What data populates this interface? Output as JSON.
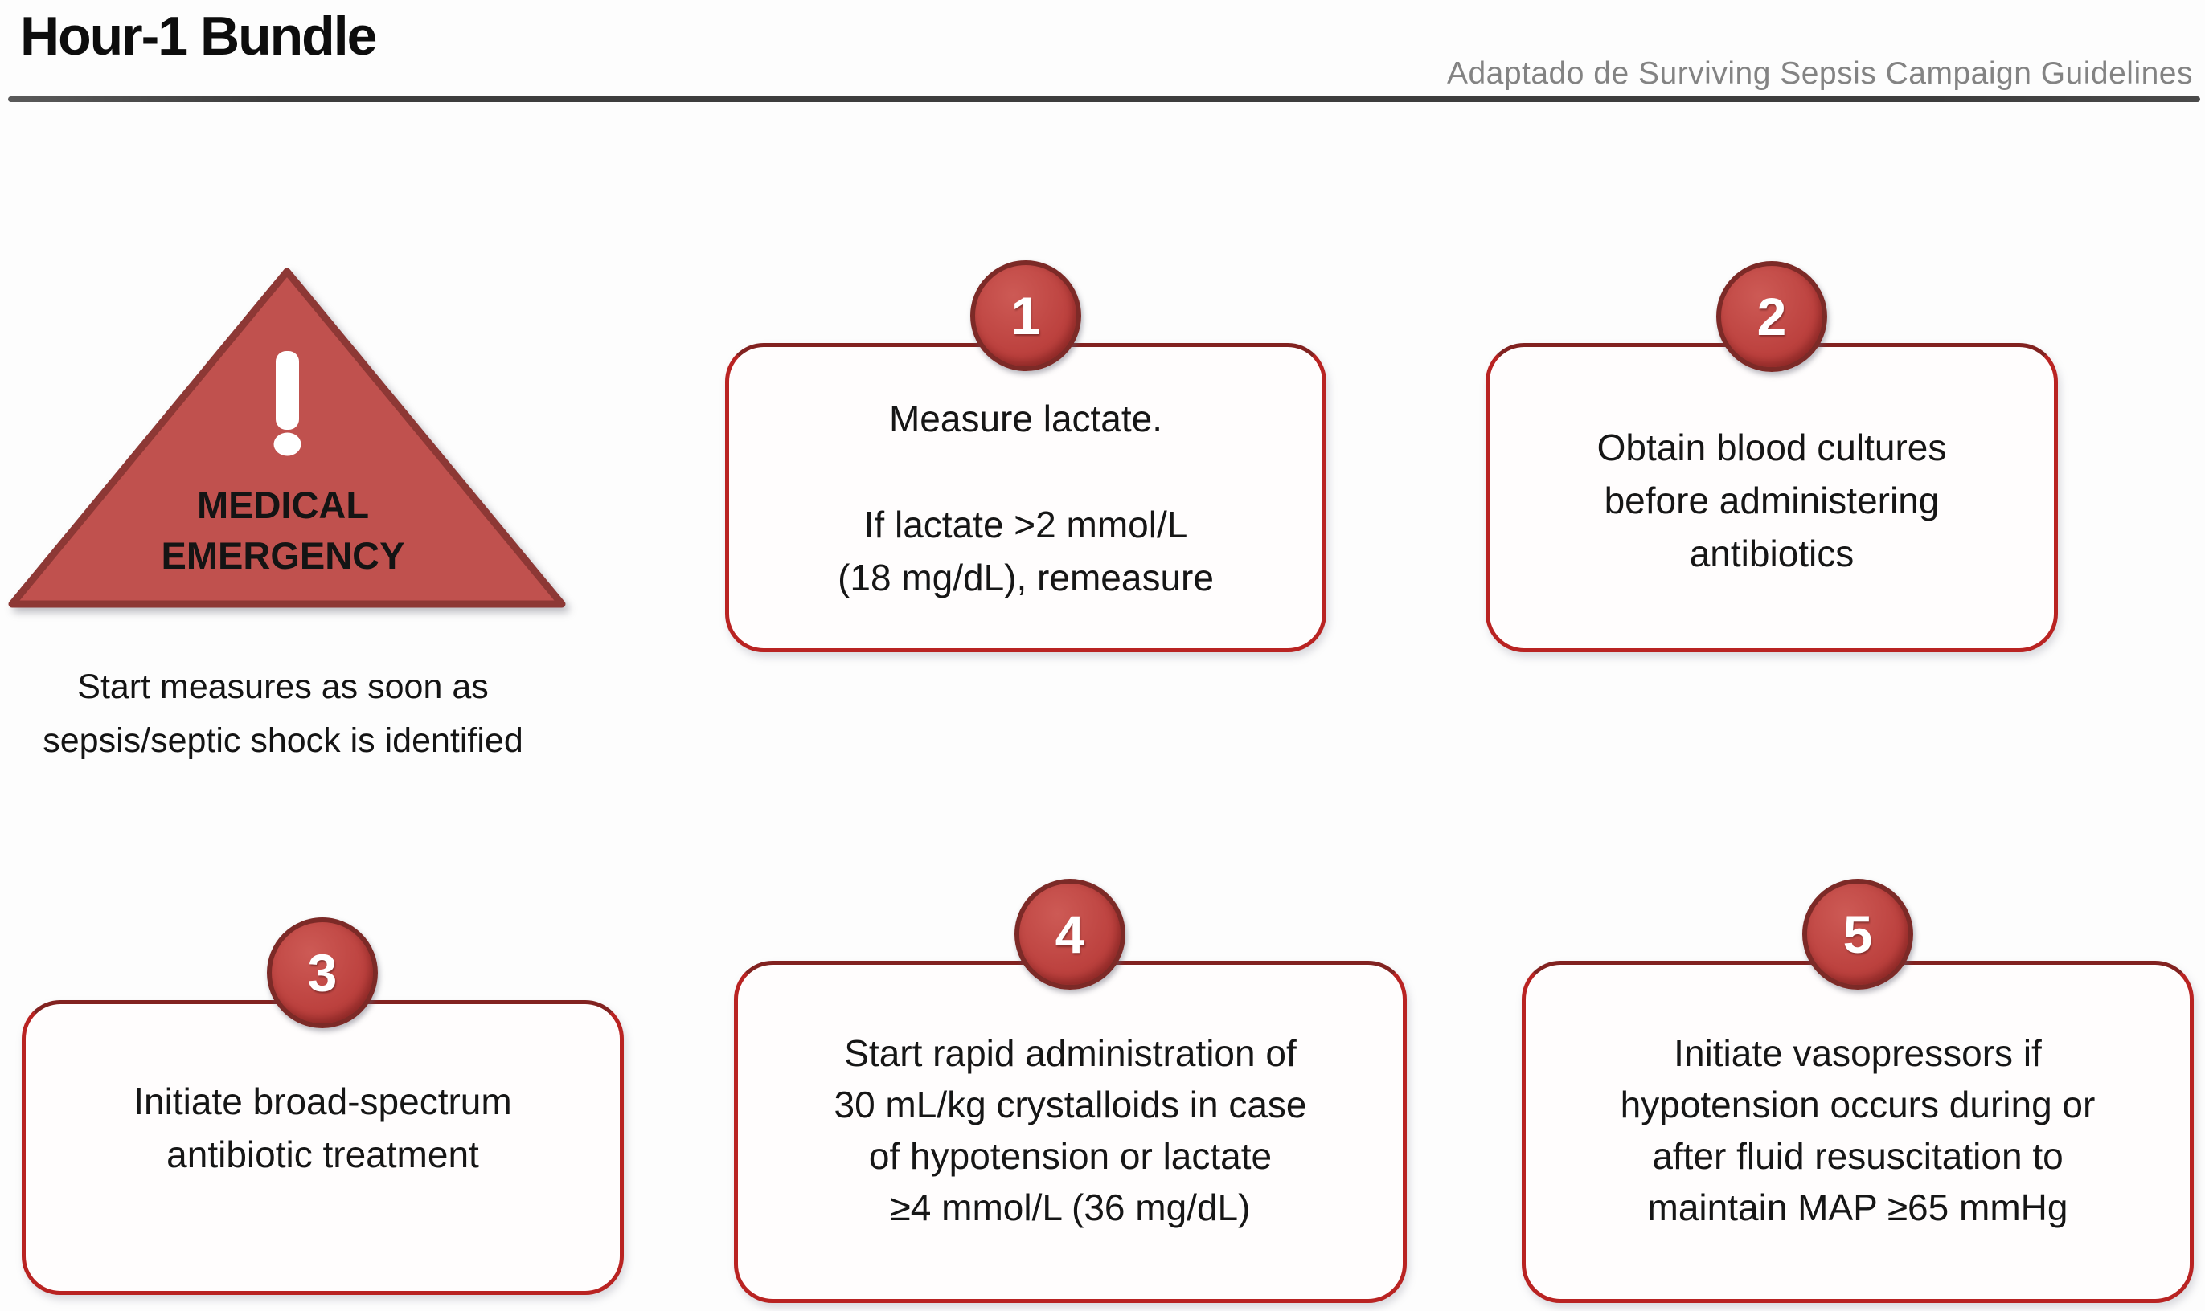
{
  "header": {
    "title": "Hour-1 Bundle",
    "attribution": "Adaptado de Surviving Sepsis Campaign Guidelines"
  },
  "emergency": {
    "exclamation": "!",
    "label_lines": [
      "MEDICAL",
      "EMERGENCY"
    ],
    "caption_lines": [
      "Start measures as soon as",
      "sepsis/septic shock is identified"
    ]
  },
  "boxes": [
    {
      "number": "1",
      "lines": [
        "Measure lactate.",
        "",
        "If lactate >2 mmol/L",
        "(18 mg/dL), remeasure"
      ]
    },
    {
      "number": "2",
      "lines": [
        "Obtain blood cultures",
        "before administering",
        "antibiotics"
      ]
    },
    {
      "number": "3",
      "lines": [
        "Initiate broad-spectrum",
        "antibiotic treatment"
      ]
    },
    {
      "number": "4",
      "lines": [
        "Start rapid administration of",
        "30 mL/kg crystalloids in case",
        "of hypotension or lactate",
        "≥4 mmol/L (36 mg/dL)"
      ]
    },
    {
      "number": "5",
      "lines": [
        "Initiate vasopressors if",
        "hypotension occurs during or",
        "after fluid resuscitation to",
        "maintain MAP ≥65 mmHg"
      ]
    }
  ],
  "colors": {
    "accent_red": "#C0504D",
    "triangle_border": "#8D3835",
    "card_border": "#B92322",
    "badge_fill": "#BC413E",
    "badge_border": "#7C2A27",
    "rule_gray": "#3D3D3D",
    "attribution_gray": "#838383",
    "text_black": "#161616"
  }
}
